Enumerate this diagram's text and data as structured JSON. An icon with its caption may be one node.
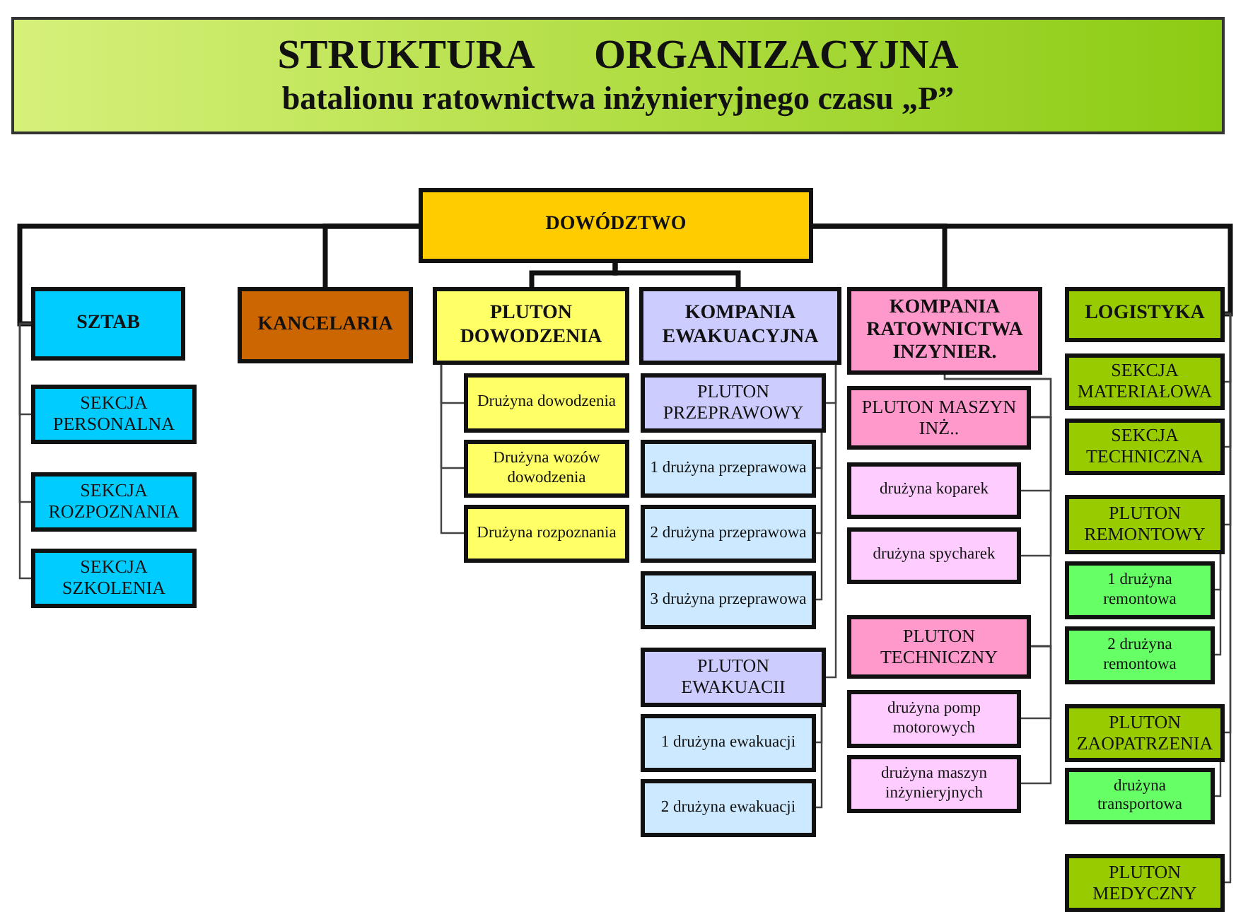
{
  "diagram": {
    "title": "STRUKTURA ORGANIZACYJNA",
    "labels": [
      "batalionu ratownictwa inżynieryjnego czasu „P”"
    ],
    "nodes": [
      {
        "text": [
          "DOWÓDZTWO"
        ]
      },
      {
        "text": [
          "SZTAB"
        ]
      },
      {
        "text": [
          "SEKCJA PERSONALNA"
        ]
      },
      {
        "text": [
          "SEKCJA ROZPOZNANIA"
        ]
      },
      {
        "text": [
          "SEKCJA SZKOLENIA"
        ]
      },
      {
        "text": [
          "KANCELARIA"
        ]
      },
      {
        "text": [
          "PLUTON DOWODZENIA"
        ]
      },
      {
        "text": [
          "Drużyna dowodzenia"
        ]
      },
      {
        "text": [
          "Drużyna wozów dowodzenia"
        ]
      },
      {
        "text": [
          "Drużyna rozpoznania"
        ]
      },
      {
        "text": [
          "KOMPANIA EWAKUACYJNA"
        ]
      },
      {
        "text": [
          "PLUTON PRZEPRAWOWY"
        ]
      },
      {
        "text": [
          "1 drużyna przeprawowa"
        ]
      },
      {
        "text": [
          "2 drużyna przeprawowa"
        ]
      },
      {
        "text": [
          "3 drużyna przeprawowa"
        ]
      },
      {
        "text": [
          "PLUTON EWAKUACII"
        ]
      },
      {
        "text": [
          "1 drużyna ewakuacji"
        ]
      },
      {
        "text": [
          "2 drużyna ewakuacji"
        ]
      },
      {
        "text": [
          "KOMPANIA RATOWNICTWA INZYNIER."
        ]
      },
      {
        "text": [
          "PLUTON MASZYN INŻ.."
        ]
      },
      {
        "text": [
          "drużyna koparek"
        ]
      },
      {
        "text": [
          "drużyna spycharek"
        ]
      },
      {
        "text": [
          "PLUTON TECHNICZNY"
        ]
      },
      {
        "text": [
          "drużyna pomp motorowych"
        ]
      },
      {
        "text": [
          "drużyna maszyn inżynieryjnych"
        ]
      },
      {
        "text": [
          "LOGISTYKA"
        ]
      },
      {
        "text": [
          "SEKCJA MATERIAŁOWA"
        ]
      },
      {
        "text": [
          "SEKCJA TECHNICZNA"
        ]
      },
      {
        "text": [
          "PLUTON REMONTOWY"
        ]
      },
      {
        "text": [
          "1 drużyna remontowa"
        ]
      },
      {
        "text": [
          "2 drużyna remontowa"
        ]
      },
      {
        "text": [
          "PLUTON ZAOPATRZENIA"
        ]
      },
      {
        "text": [
          "drużyna transportowa"
        ]
      },
      {
        "text": [
          "PLUTON MEDYCZNY"
        ]
      }
    ],
    "edges": [
      {
        "from": 0,
        "to": 1,
        "arrow": "none",
        "style": "thick"
      },
      {
        "from": 0,
        "to": 5,
        "arrow": "none",
        "style": "thick"
      },
      {
        "from": 0,
        "to": 6,
        "arrow": "none",
        "style": "thick"
      },
      {
        "from": 0,
        "to": 10,
        "arrow": "none",
        "style": "thick"
      },
      {
        "from": 0,
        "to": 18,
        "arrow": "none",
        "style": "thick"
      },
      {
        "from": 0,
        "to": 25,
        "arrow": "none",
        "style": "thick"
      },
      {
        "from": 1,
        "to": 2,
        "arrow": "none"
      },
      {
        "from": 1,
        "to": 3,
        "arrow": "none"
      },
      {
        "from": 1,
        "to": 4,
        "arrow": "none"
      },
      {
        "from": 6,
        "to": 7,
        "arrow": "none"
      },
      {
        "from": 6,
        "to": 8,
        "arrow": "none"
      },
      {
        "from": 6,
        "to": 9,
        "arrow": "none"
      },
      {
        "from": 10,
        "to": 11,
        "arrow": "none"
      },
      {
        "from": 11,
        "to": 12,
        "arrow": "none"
      },
      {
        "from": 11,
        "to": 13,
        "arrow": "none"
      },
      {
        "from": 11,
        "to": 14,
        "arrow": "none"
      },
      {
        "from": 10,
        "to": 15,
        "arrow": "none"
      },
      {
        "from": 15,
        "to": 16,
        "arrow": "none"
      },
      {
        "from": 15,
        "to": 17,
        "arrow": "none"
      },
      {
        "from": 18,
        "to": 19,
        "arrow": "none"
      },
      {
        "from": 19,
        "to": 20,
        "arrow": "none"
      },
      {
        "from": 19,
        "to": 21,
        "arrow": "none"
      },
      {
        "from": 18,
        "to": 22,
        "arrow": "none"
      },
      {
        "from": 22,
        "to": 23,
        "arrow": "none"
      },
      {
        "from": 22,
        "to": 24,
        "arrow": "none"
      },
      {
        "from": 25,
        "to": 26,
        "arrow": "none"
      },
      {
        "from": 25,
        "to": 27,
        "arrow": "none"
      },
      {
        "from": 25,
        "to": 28,
        "arrow": "none"
      },
      {
        "from": 28,
        "to": 29,
        "arrow": "none"
      },
      {
        "from": 28,
        "to": 30,
        "arrow": "none"
      },
      {
        "from": 25,
        "to": 31,
        "arrow": "none"
      },
      {
        "from": 31,
        "to": 32,
        "arrow": "none"
      },
      {
        "from": 25,
        "to": 33,
        "arrow": "none"
      }
    ]
  }
}
